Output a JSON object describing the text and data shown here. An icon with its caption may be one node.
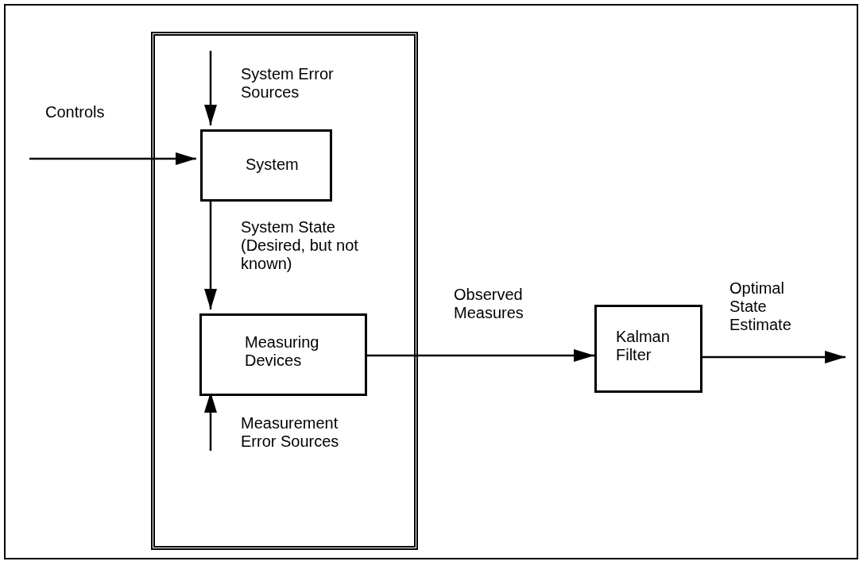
{
  "diagram": {
    "nodes": [
      {
        "text": [],
        "shape": "box"
      },
      {
        "text": [
          "System"
        ],
        "in": 0
      },
      {
        "text": [
          "Measuring Devices"
        ],
        "in": 0
      },
      {
        "text": [
          "Kalman Filter"
        ]
      }
    ],
    "edges": [
      {
        "from": null,
        "to": 1,
        "arrow": "to",
        "label": "Controls"
      },
      {
        "from": null,
        "to": 1,
        "arrow": "to",
        "label": "System Error Sources"
      },
      {
        "from": 1,
        "to": 2,
        "arrow": "to",
        "label": "System State (Desired, but not known)"
      },
      {
        "from": null,
        "to": 2,
        "arrow": "to",
        "label": "Measurement Error Sources"
      },
      {
        "from": 2,
        "to": 3,
        "arrow": "to",
        "label": "Observed Measures"
      },
      {
        "from": 3,
        "to": null,
        "arrow": "to",
        "label": "Optimal State Estimate"
      }
    ]
  }
}
